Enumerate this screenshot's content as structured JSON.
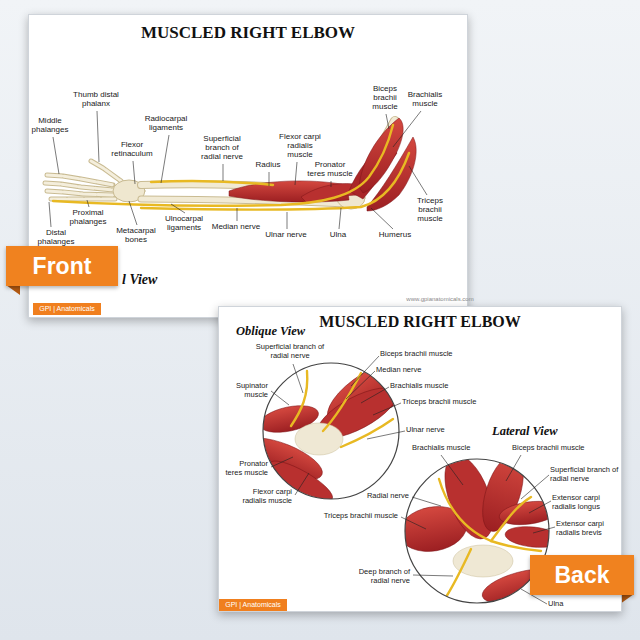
{
  "diagram": {
    "nodes": [
      {
        "text": [
          "MUSCLED RIGHT ELBOW"
        ]
      },
      {
        "text": [
          "GPI | Anatomicals"
        ],
        "in": 0
      },
      {
        "text": [
          "MUSCLED RIGHT ELBOW"
        ]
      },
      {
        "text": [
          "GPI | Anatomicals"
        ],
        "in": 2
      },
      {
        "text": [
          "Front"
        ]
      },
      {
        "text": [
          "Back"
        ]
      }
    ],
    "labels": [
      "Thumb distal phalanx",
      "Middle phalanges",
      "Radiocarpal ligaments",
      "Flexor retinaculum",
      "Superficial branch of radial nerve",
      "Radius",
      "Flexor carpi radialis muscle",
      "Pronator teres muscle",
      "Biceps brachii muscle",
      "Brachialis muscle",
      "Triceps brachii muscle",
      "Humerus",
      "Ulna",
      "Ulnar nerve",
      "Median nerve",
      "Ulnocarpal ligaments",
      "Metacarpal bones",
      "Proximal phalanges",
      "Distal phalanges",
      "l View",
      "www.gpianatomicals.com",
      "Oblique View",
      "Superficial branch of radial nerve",
      "Supinator muscle",
      "Biceps brachii muscle",
      "Median nerve",
      "Brachialis muscle",
      "Triceps brachii muscle",
      "Ulnar nerve",
      "Pronator teres muscle",
      "Flexor carpi radialis muscle",
      "Lateral View",
      "Brachialis muscle",
      "Biceps brachii muscle",
      "Superficial branch of radial nerve",
      "Extensor carpi radialis longus",
      "Extensor carpi radialis brevis",
      "Radial nerve",
      "Triceps brachii muscle",
      "Deep branch of radial nerve",
      "Ulna"
    ]
  }
}
